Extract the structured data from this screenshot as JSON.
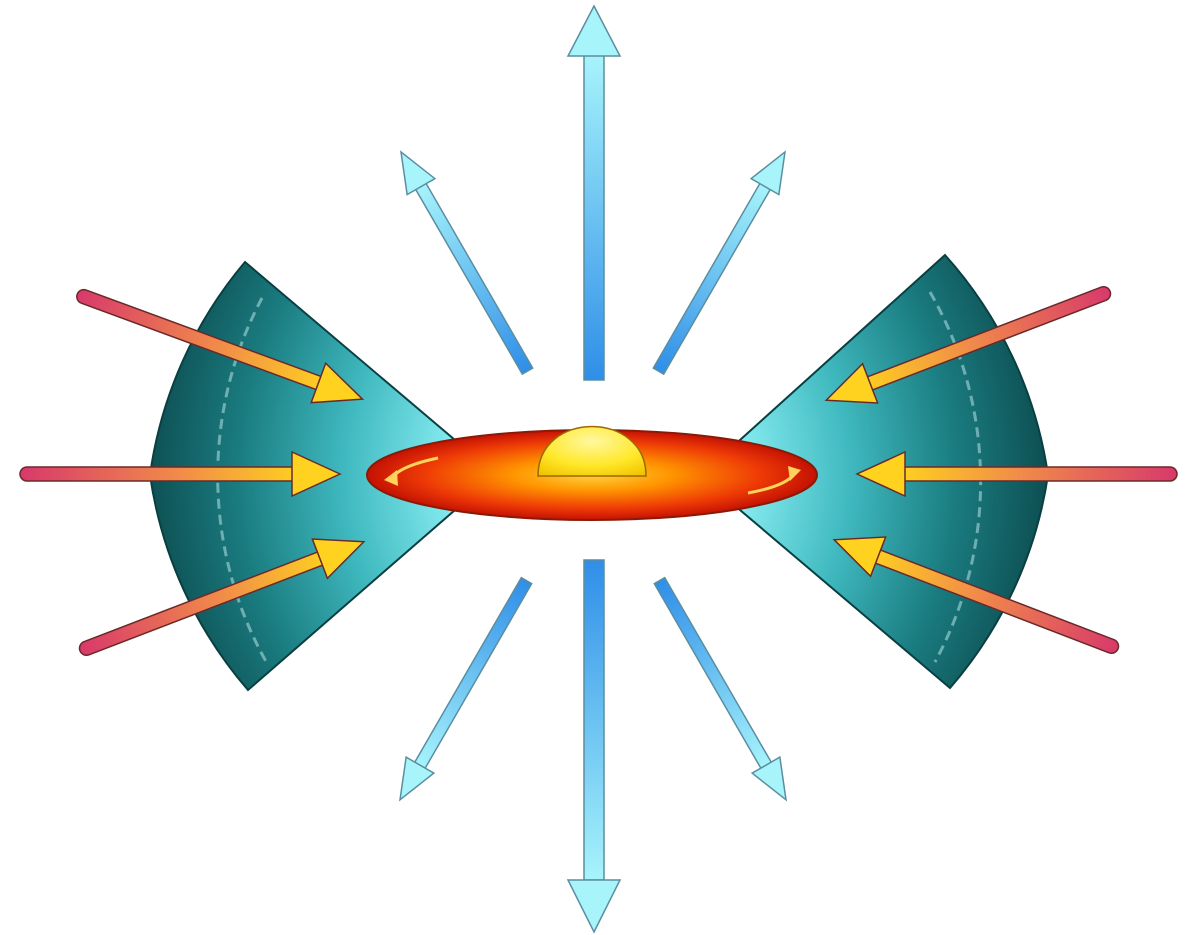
{
  "diagram": {
    "background": "#ffffff",
    "colors": {
      "envelope_dark": "#0e4f52",
      "envelope_light": "#7fe8ef",
      "infall_arrow_tail": "#d93a6a",
      "infall_arrow_head": "#ffd21f",
      "outflow_arrow_light": "#8ee9f7",
      "outflow_arrow_dark": "#2f8ee8",
      "disk_outer": "#d81f06",
      "disk_inner": "#ff9a00",
      "protostar": "#ffe32a"
    },
    "components": [
      {
        "id": "infalling-envelope",
        "icon": "wedge-shape",
        "count": 2
      },
      {
        "id": "infall-arrows",
        "icon": "arrow-inward",
        "count": 6
      },
      {
        "id": "accretion-disk",
        "icon": "ellipse"
      },
      {
        "id": "protostar",
        "icon": "half-dome"
      },
      {
        "id": "rotation-marks",
        "icon": "curved-arrow",
        "count": 2
      },
      {
        "id": "bipolar-outflow-arrows",
        "icon": "arrow-outward",
        "count": 6
      }
    ]
  }
}
